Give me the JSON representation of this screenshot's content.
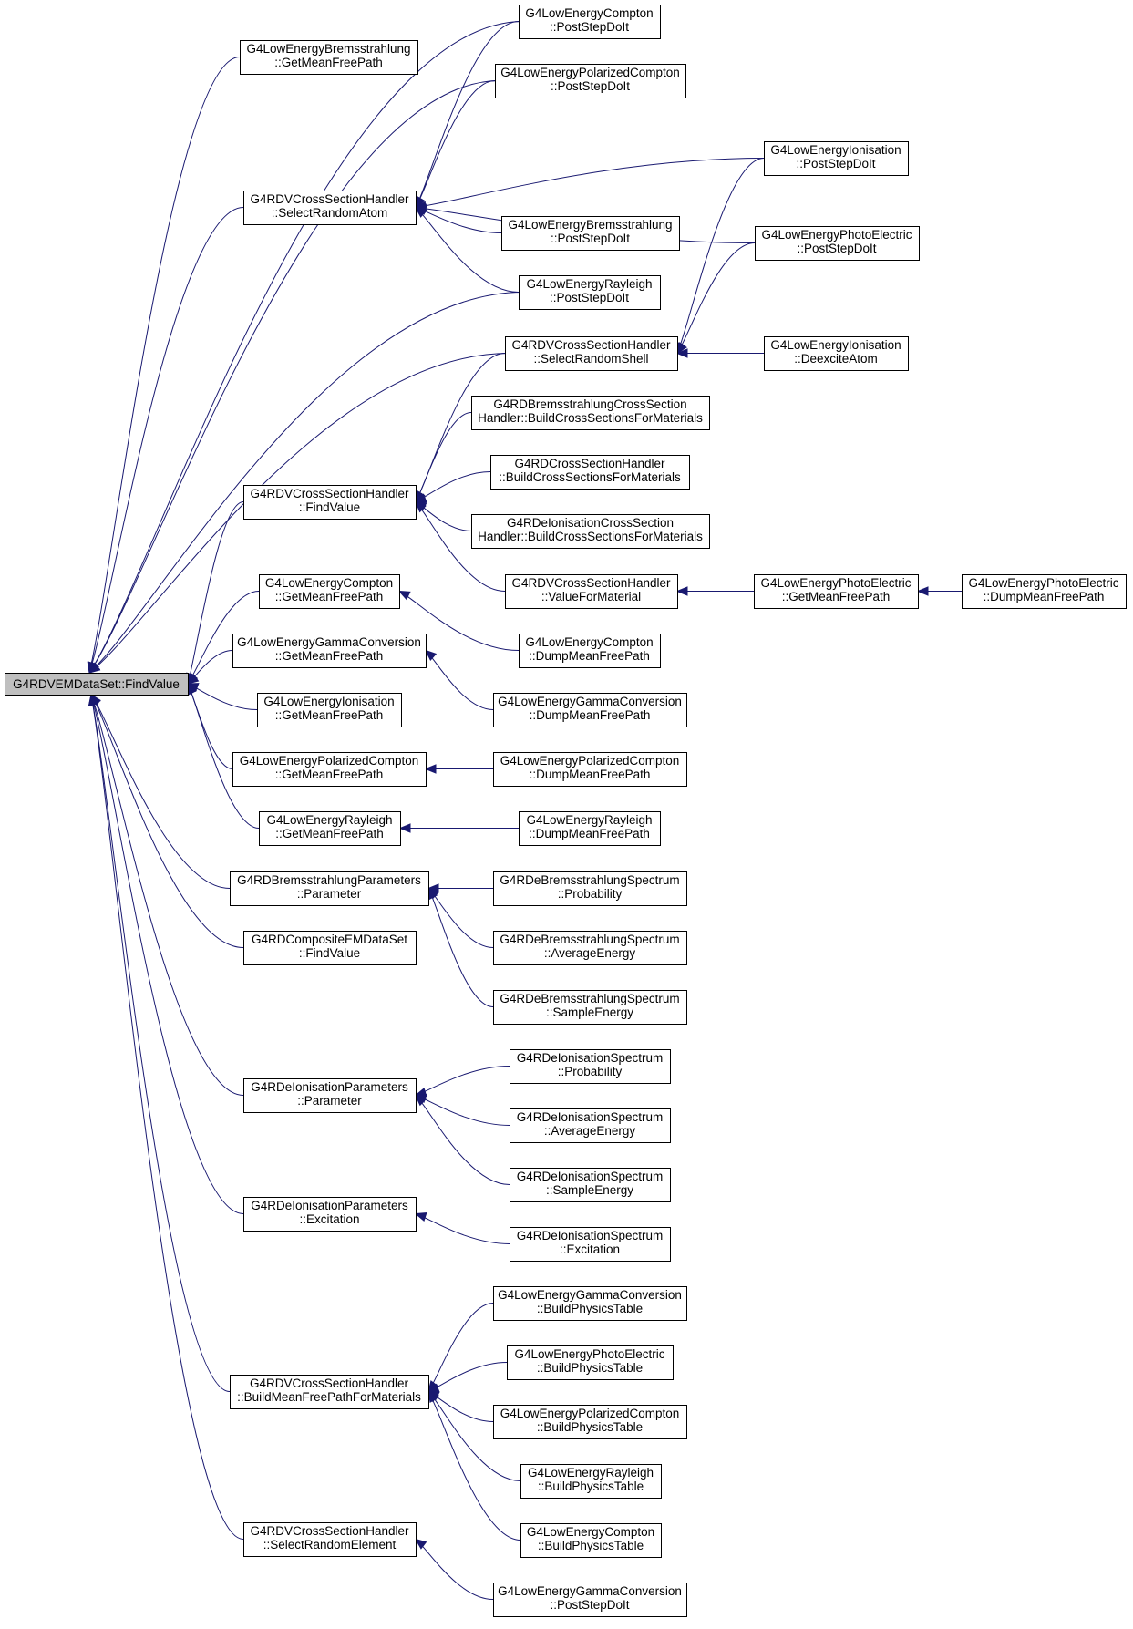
{
  "graph": {
    "nodes": [
      {
        "id": "root",
        "lines": [
          "G4RDVEMDataSet::FindValue"
        ]
      },
      {
        "id": "lebrem_gmfp",
        "lines": [
          "G4LowEnergyBremsstrahlung",
          "::GetMeanFreePath"
        ]
      },
      {
        "id": "rdv_sra",
        "lines": [
          "G4RDVCrossSectionHandler",
          "::SelectRandomAtom"
        ]
      },
      {
        "id": "rdv_fv",
        "lines": [
          "G4RDVCrossSectionHandler",
          "::FindValue"
        ]
      },
      {
        "id": "lec_gmfp",
        "lines": [
          "G4LowEnergyCompton",
          "::GetMeanFreePath"
        ]
      },
      {
        "id": "legc_gmfp",
        "lines": [
          "G4LowEnergyGammaConversion",
          "::GetMeanFreePath"
        ]
      },
      {
        "id": "lei_gmfp",
        "lines": [
          "G4LowEnergyIonisation",
          "::GetMeanFreePath"
        ]
      },
      {
        "id": "lepc_gmfp",
        "lines": [
          "G4LowEnergyPolarizedCompton",
          "::GetMeanFreePath"
        ]
      },
      {
        "id": "ler_gmfp",
        "lines": [
          "G4LowEnergyRayleigh",
          "::GetMeanFreePath"
        ]
      },
      {
        "id": "rdbp_param",
        "lines": [
          "G4RDBremsstrahlungParameters",
          "::Parameter"
        ]
      },
      {
        "id": "rdcomp_fv",
        "lines": [
          "G4RDCompositeEMDataSet",
          "::FindValue"
        ]
      },
      {
        "id": "rdip_param",
        "lines": [
          "G4RDeIonisationParameters",
          "::Parameter"
        ]
      },
      {
        "id": "rdip_exc",
        "lines": [
          "G4RDeIonisationParameters",
          "::Excitation"
        ]
      },
      {
        "id": "rdv_bmfp",
        "lines": [
          "G4RDVCrossSectionHandler",
          "::BuildMeanFreePathForMaterials"
        ]
      },
      {
        "id": "rdv_sre",
        "lines": [
          "G4RDVCrossSectionHandler",
          "::SelectRandomElement"
        ]
      },
      {
        "id": "lec_psd",
        "lines": [
          "G4LowEnergyCompton",
          "::PostStepDoIt"
        ]
      },
      {
        "id": "lepc_psd",
        "lines": [
          "G4LowEnergyPolarizedCompton",
          "::PostStepDoIt"
        ]
      },
      {
        "id": "lebrem_psd",
        "lines": [
          "G4LowEnergyBremsstrahlung",
          "::PostStepDoIt"
        ]
      },
      {
        "id": "ler_psd",
        "lines": [
          "G4LowEnergyRayleigh",
          "::PostStepDoIt"
        ]
      },
      {
        "id": "rdv_srs",
        "lines": [
          "G4RDVCrossSectionHandler",
          "::SelectRandomShell"
        ]
      },
      {
        "id": "rdbcs_bcs",
        "lines": [
          "G4RDBremsstrahlungCrossSection",
          "Handler::BuildCrossSectionsForMaterials"
        ]
      },
      {
        "id": "rdcs_bcs",
        "lines": [
          "G4RDCrossSectionHandler",
          "::BuildCrossSectionsForMaterials"
        ]
      },
      {
        "id": "rdeics_bcs",
        "lines": [
          "G4RDeIonisationCrossSection",
          "Handler::BuildCrossSectionsForMaterials"
        ]
      },
      {
        "id": "rdv_vfm",
        "lines": [
          "G4RDVCrossSectionHandler",
          "::ValueForMaterial"
        ]
      },
      {
        "id": "lec_dmfp",
        "lines": [
          "G4LowEnergyCompton",
          "::DumpMeanFreePath"
        ]
      },
      {
        "id": "legc_dmfp",
        "lines": [
          "G4LowEnergyGammaConversion",
          "::DumpMeanFreePath"
        ]
      },
      {
        "id": "lepc_dmfp",
        "lines": [
          "G4LowEnergyPolarizedCompton",
          "::DumpMeanFreePath"
        ]
      },
      {
        "id": "ler_dmfp",
        "lines": [
          "G4LowEnergyRayleigh",
          "::DumpMeanFreePath"
        ]
      },
      {
        "id": "rdebs_prob",
        "lines": [
          "G4RDeBremsstrahlungSpectrum",
          "::Probability"
        ]
      },
      {
        "id": "rdebs_avg",
        "lines": [
          "G4RDeBremsstrahlungSpectrum",
          "::AverageEnergy"
        ]
      },
      {
        "id": "rdebs_samp",
        "lines": [
          "G4RDeBremsstrahlungSpectrum",
          "::SampleEnergy"
        ]
      },
      {
        "id": "rdeis_prob",
        "lines": [
          "G4RDeIonisationSpectrum",
          "::Probability"
        ]
      },
      {
        "id": "rdeis_avg",
        "lines": [
          "G4RDeIonisationSpectrum",
          "::AverageEnergy"
        ]
      },
      {
        "id": "rdeis_samp",
        "lines": [
          "G4RDeIonisationSpectrum",
          "::SampleEnergy"
        ]
      },
      {
        "id": "rdeis_exc",
        "lines": [
          "G4RDeIonisationSpectrum",
          "::Excitation"
        ]
      },
      {
        "id": "legc_bpt",
        "lines": [
          "G4LowEnergyGammaConversion",
          "::BuildPhysicsTable"
        ]
      },
      {
        "id": "lepe_bpt",
        "lines": [
          "G4LowEnergyPhotoElectric",
          "::BuildPhysicsTable"
        ]
      },
      {
        "id": "lepc_bpt",
        "lines": [
          "G4LowEnergyPolarizedCompton",
          "::BuildPhysicsTable"
        ]
      },
      {
        "id": "ler_bpt",
        "lines": [
          "G4LowEnergyRayleigh",
          "::BuildPhysicsTable"
        ]
      },
      {
        "id": "lec_bpt",
        "lines": [
          "G4LowEnergyCompton",
          "::BuildPhysicsTable"
        ]
      },
      {
        "id": "legc_psd",
        "lines": [
          "G4LowEnergyGammaConversion",
          "::PostStepDoIt"
        ]
      },
      {
        "id": "lei_psd",
        "lines": [
          "G4LowEnergyIonisation",
          "::PostStepDoIt"
        ]
      },
      {
        "id": "lepe_psd",
        "lines": [
          "G4LowEnergyPhotoElectric",
          "::PostStepDoIt"
        ]
      },
      {
        "id": "lei_dea",
        "lines": [
          "G4LowEnergyIonisation",
          "::DeexciteAtom"
        ]
      },
      {
        "id": "lepe_gmfp",
        "lines": [
          "G4LowEnergyPhotoElectric",
          "::GetMeanFreePath"
        ]
      },
      {
        "id": "lepe_dmfp",
        "lines": [
          "G4LowEnergyPhotoElectric",
          "::DumpMeanFreePath"
        ]
      }
    ],
    "edges": [
      {
        "from": "lebrem_gmfp",
        "to": "root"
      },
      {
        "from": "lec_psd",
        "to": "root"
      },
      {
        "from": "lepc_psd",
        "to": "root"
      },
      {
        "from": "rdv_sra",
        "to": "root"
      },
      {
        "from": "ler_psd",
        "to": "root"
      },
      {
        "from": "rdv_srs",
        "to": "root"
      },
      {
        "from": "rdv_fv",
        "to": "root"
      },
      {
        "from": "lec_gmfp",
        "to": "root"
      },
      {
        "from": "legc_gmfp",
        "to": "root"
      },
      {
        "from": "lei_gmfp",
        "to": "root"
      },
      {
        "from": "lepc_gmfp",
        "to": "root"
      },
      {
        "from": "ler_gmfp",
        "to": "root"
      },
      {
        "from": "rdbp_param",
        "to": "root"
      },
      {
        "from": "rdcomp_fv",
        "to": "root"
      },
      {
        "from": "rdip_param",
        "to": "root"
      },
      {
        "from": "rdip_exc",
        "to": "root"
      },
      {
        "from": "rdv_bmfp",
        "to": "root"
      },
      {
        "from": "rdv_sre",
        "to": "root"
      },
      {
        "from": "lec_psd",
        "to": "rdv_sra"
      },
      {
        "from": "lepc_psd",
        "to": "rdv_sra"
      },
      {
        "from": "lei_psd",
        "to": "rdv_sra"
      },
      {
        "from": "lepe_psd",
        "to": "rdv_sra"
      },
      {
        "from": "lebrem_psd",
        "to": "rdv_sra"
      },
      {
        "from": "ler_psd",
        "to": "rdv_sra"
      },
      {
        "from": "lei_psd",
        "to": "rdv_srs"
      },
      {
        "from": "lepe_psd",
        "to": "rdv_srs"
      },
      {
        "from": "lei_dea",
        "to": "rdv_srs"
      },
      {
        "from": "rdv_srs",
        "to": "rdv_fv"
      },
      {
        "from": "rdbcs_bcs",
        "to": "rdv_fv"
      },
      {
        "from": "rdcs_bcs",
        "to": "rdv_fv"
      },
      {
        "from": "rdeics_bcs",
        "to": "rdv_fv"
      },
      {
        "from": "rdv_vfm",
        "to": "rdv_fv"
      },
      {
        "from": "lepe_gmfp",
        "to": "rdv_vfm"
      },
      {
        "from": "lepe_dmfp",
        "to": "lepe_gmfp"
      },
      {
        "from": "lec_dmfp",
        "to": "lec_gmfp"
      },
      {
        "from": "legc_dmfp",
        "to": "legc_gmfp"
      },
      {
        "from": "lepc_dmfp",
        "to": "lepc_gmfp"
      },
      {
        "from": "ler_dmfp",
        "to": "ler_gmfp"
      },
      {
        "from": "rdebs_prob",
        "to": "rdbp_param"
      },
      {
        "from": "rdebs_avg",
        "to": "rdbp_param"
      },
      {
        "from": "rdebs_samp",
        "to": "rdbp_param"
      },
      {
        "from": "rdeis_prob",
        "to": "rdip_param"
      },
      {
        "from": "rdeis_avg",
        "to": "rdip_param"
      },
      {
        "from": "rdeis_samp",
        "to": "rdip_param"
      },
      {
        "from": "rdeis_exc",
        "to": "rdip_exc"
      },
      {
        "from": "legc_bpt",
        "to": "rdv_bmfp"
      },
      {
        "from": "lepe_bpt",
        "to": "rdv_bmfp"
      },
      {
        "from": "lepc_bpt",
        "to": "rdv_bmfp"
      },
      {
        "from": "ler_bpt",
        "to": "rdv_bmfp"
      },
      {
        "from": "lec_bpt",
        "to": "rdv_bmfp"
      },
      {
        "from": "legc_psd",
        "to": "rdv_sre"
      }
    ]
  }
}
